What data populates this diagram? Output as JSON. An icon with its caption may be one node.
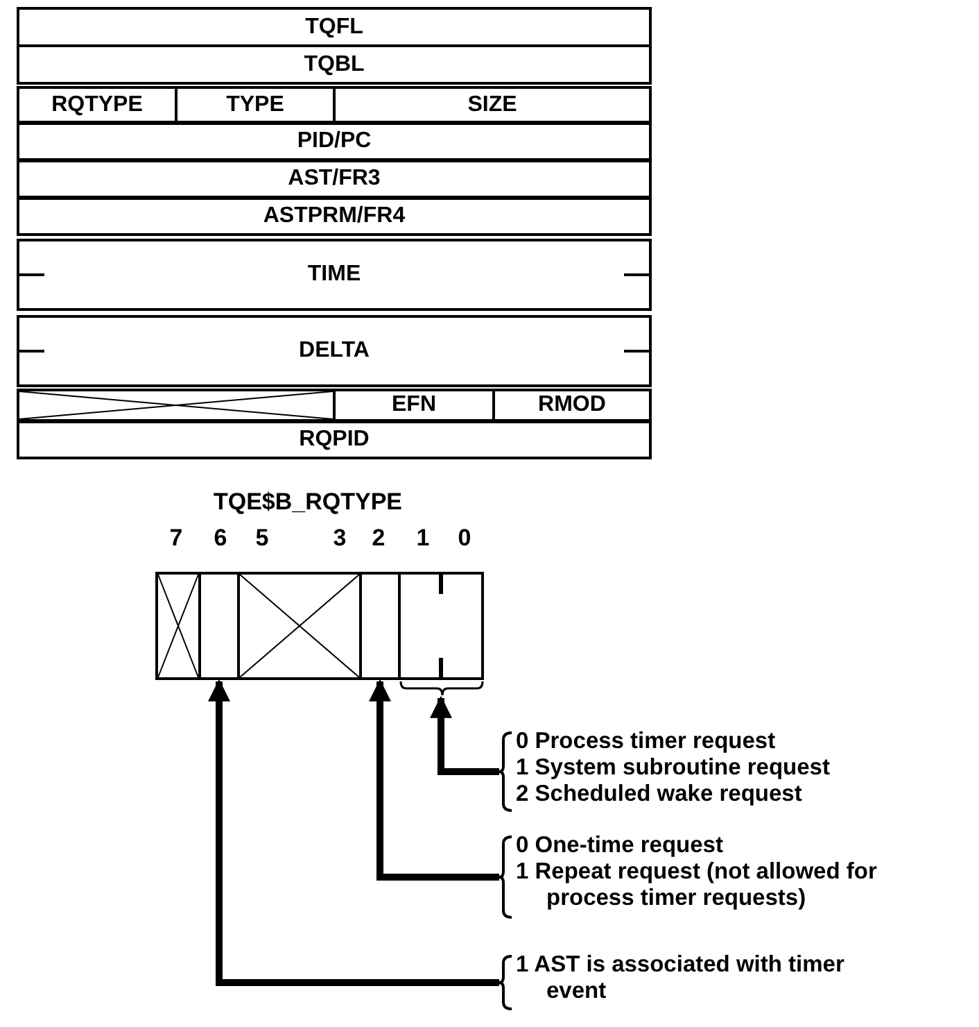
{
  "diagram": {
    "nodes": [
      {
        "text": [
          "TQFL"
        ]
      },
      {
        "text": [
          "TQBL"
        ]
      },
      {
        "text": [
          "RQTYPE"
        ]
      },
      {
        "text": [
          "TYPE"
        ]
      },
      {
        "text": [
          "SIZE"
        ]
      },
      {
        "text": [
          "PID/PC"
        ]
      },
      {
        "text": [
          "AST/FR3"
        ]
      },
      {
        "text": [
          "ASTPRM/FR4"
        ]
      },
      {
        "text": [
          "TIME"
        ]
      },
      {
        "text": [
          "DELTA"
        ]
      },
      {
        "text": [],
        "shape": "box"
      },
      {
        "text": [
          "EFN"
        ]
      },
      {
        "text": [
          "RMOD"
        ]
      },
      {
        "text": [
          "RQPID"
        ]
      },
      {
        "text": [
          "TQE$B_RQTYPE"
        ]
      },
      {
        "text": [],
        "shape": "box",
        "in": 14
      },
      {
        "text": [],
        "shape": "box",
        "in": 14
      },
      {
        "text": [],
        "shape": "box",
        "in": 14
      },
      {
        "text": [],
        "shape": "box",
        "in": 14
      },
      {
        "text": [],
        "shape": "box",
        "in": 14
      },
      {
        "text": [
          "0 Process timer request",
          "1 System subroutine request",
          "2 Scheduled wake request"
        ]
      },
      {
        "text": [
          "0 One-time request",
          "1 Repeat request (not allowed for process timer requests)"
        ]
      },
      {
        "text": [
          "1 AST is associated with timer event"
        ]
      }
    ],
    "edges": [
      {
        "from": 20,
        "to": 19,
        "arrow": "to"
      },
      {
        "from": 21,
        "to": 18,
        "arrow": "to"
      },
      {
        "from": 22,
        "to": 16,
        "arrow": "to"
      }
    ],
    "labels": [
      "7",
      "6",
      "5",
      "3",
      "2",
      "1",
      "0"
    ]
  }
}
